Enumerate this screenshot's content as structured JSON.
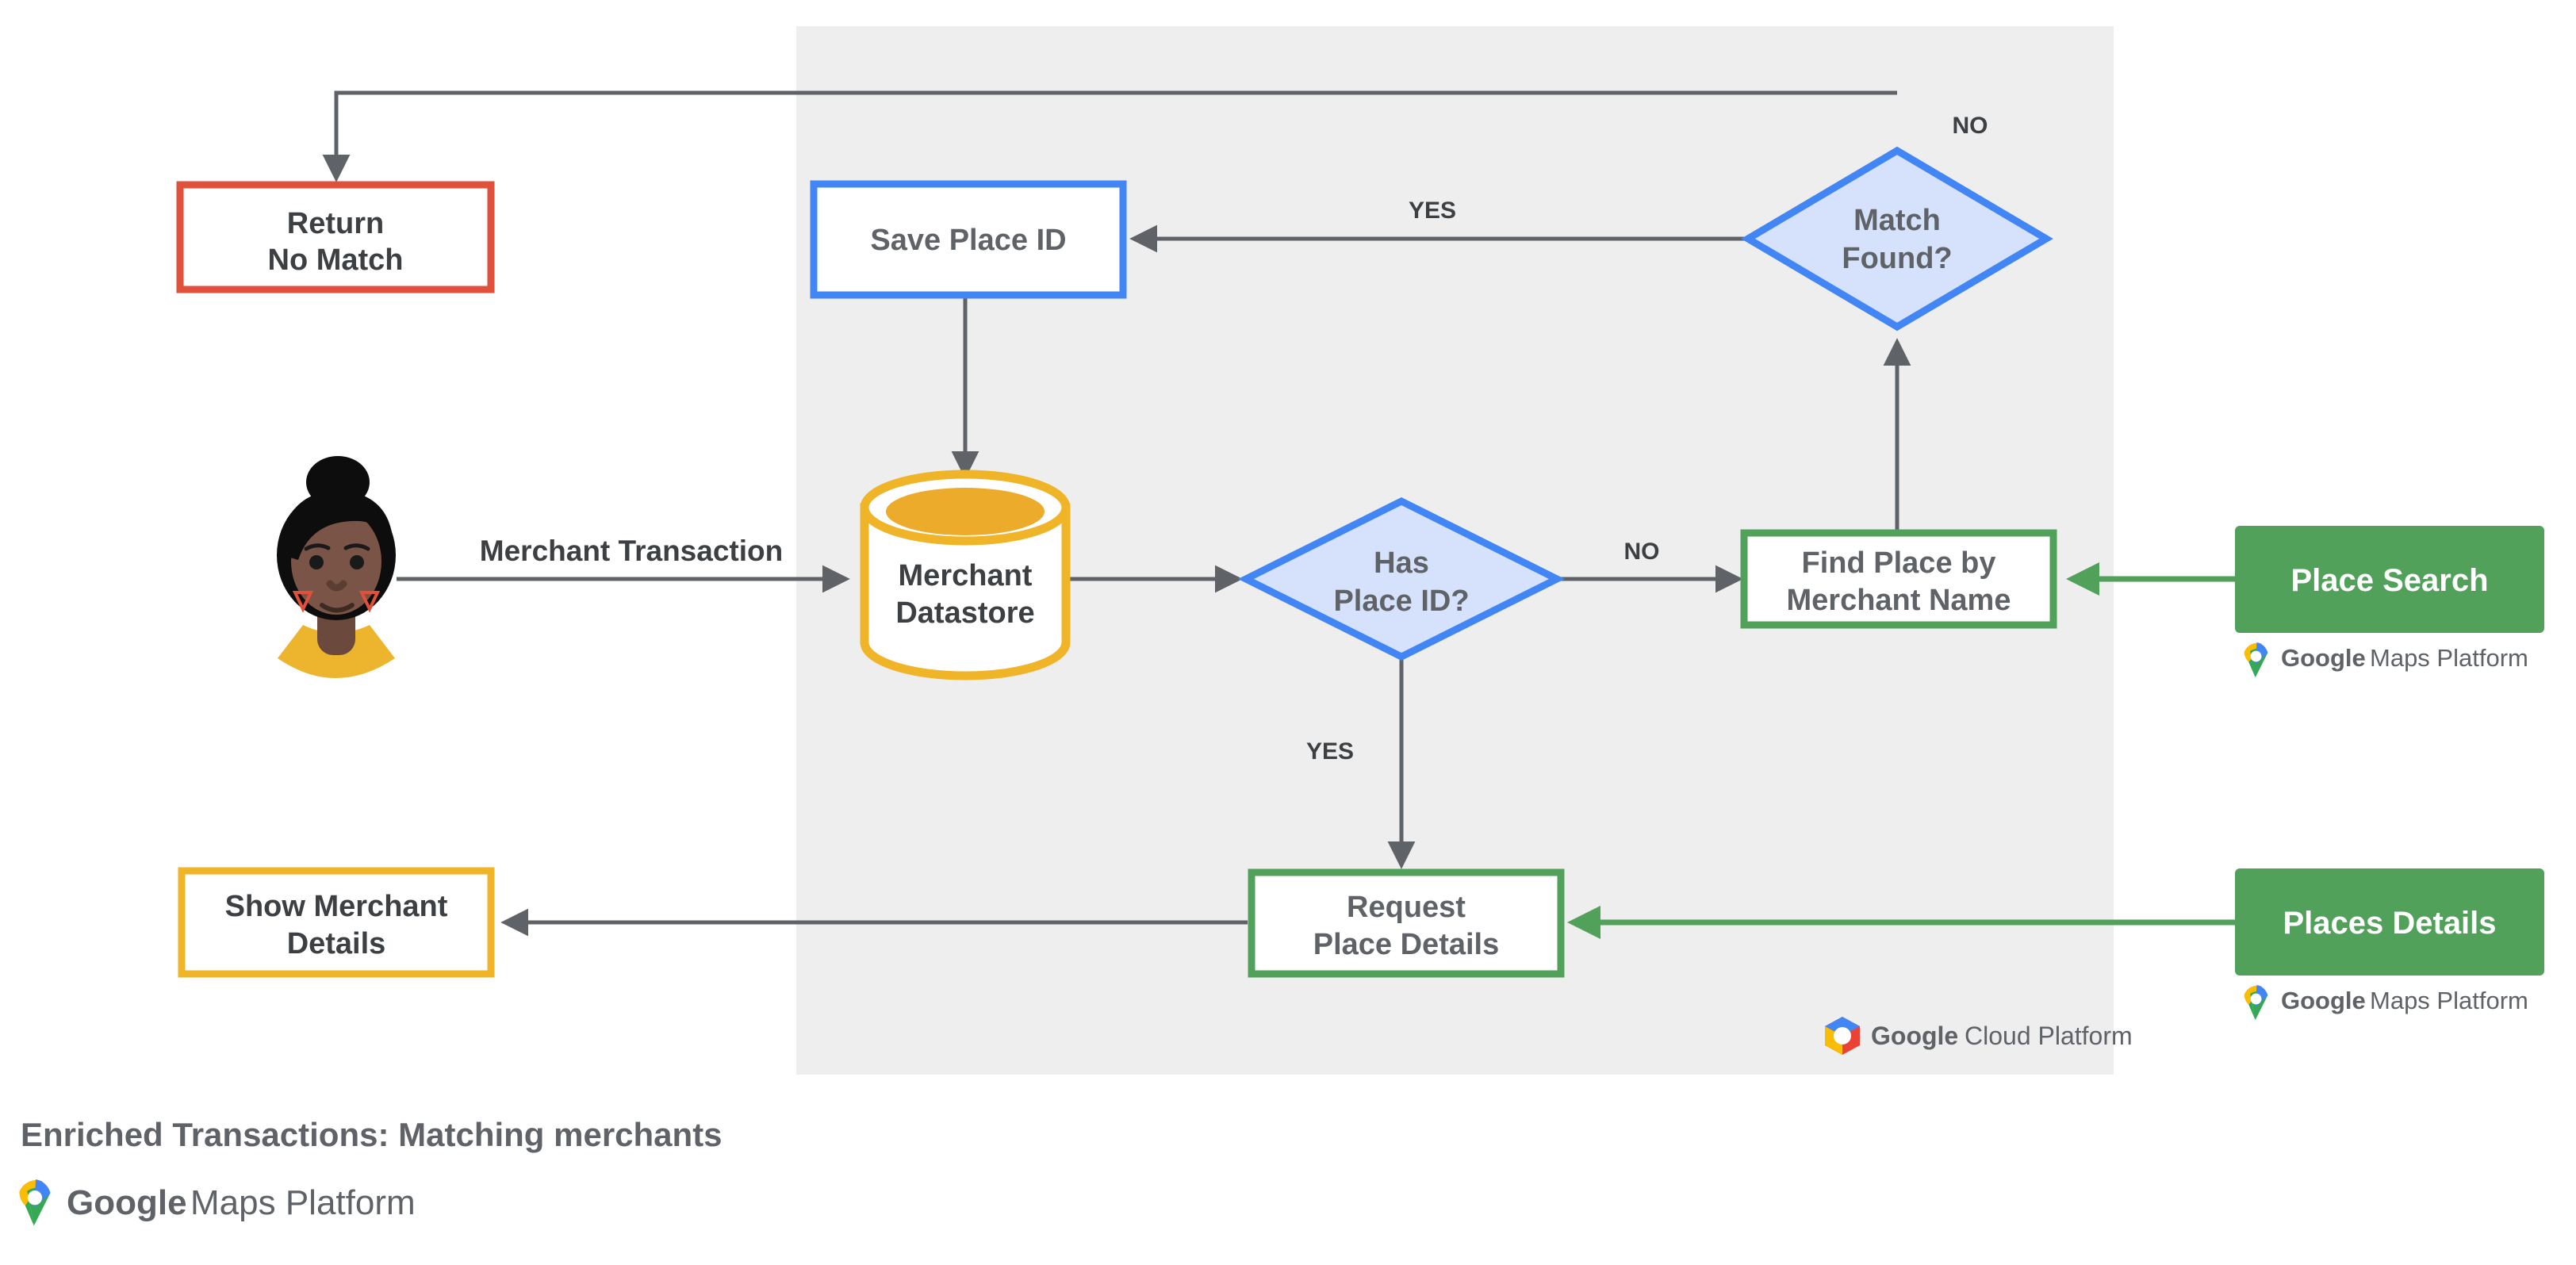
{
  "caption": {
    "title": "Enriched Transactions: Matching merchants",
    "logo_bold": "Google",
    "logo_light": "Maps Platform"
  },
  "panel": {
    "footer_logo_bold": "Google",
    "footer_logo_light": "Cloud Platform",
    "background_color": "#eeeeee"
  },
  "colors": {
    "red": "#e0513c",
    "blue": "#4285f4",
    "blue_fill": "#d6e2fb",
    "yellow": "#f0b429",
    "green": "#52a15b",
    "gray_text": "#5f6368",
    "edge": "#5f6368"
  },
  "nodes": {
    "return_no_match": {
      "line1": "Return",
      "line2": "No Match",
      "shape": "rect",
      "border": "#e0513c"
    },
    "save_place_id": {
      "line1": "Save Place ID",
      "shape": "rect",
      "border": "#4285f4"
    },
    "match_found": {
      "line1": "Match",
      "line2": "Found?",
      "shape": "diamond",
      "border": "#4285f4",
      "fill": "#d6e2fb"
    },
    "merchant_datastore": {
      "line1": "Merchant",
      "line2": "Datastore",
      "shape": "cylinder",
      "border": "#f0b429"
    },
    "has_place_id": {
      "line1": "Has",
      "line2": "Place ID?",
      "shape": "diamond",
      "border": "#4285f4",
      "fill": "#d6e2fb"
    },
    "find_place": {
      "line1": "Find Place by",
      "line2": "Merchant Name",
      "shape": "rect",
      "border": "#52a15b"
    },
    "request_place_details": {
      "line1": "Request",
      "line2": "Place Details",
      "shape": "rect",
      "border": "#52a15b"
    },
    "show_merchant_details": {
      "line1": "Show Merchant",
      "line2": "Details",
      "shape": "rect",
      "border": "#f0b429"
    },
    "place_search": {
      "label": "Place Search",
      "shape": "chip",
      "fill": "#52a15b"
    },
    "places_details": {
      "label": "Places Details",
      "shape": "chip",
      "fill": "#52a15b"
    },
    "actor": {
      "shape": "avatar",
      "alt": "merchant customer avatar"
    }
  },
  "edge_labels": {
    "merchant_transaction": "Merchant Transaction",
    "has_place_id_yes": "YES",
    "has_place_id_no": "NO",
    "match_found_yes": "YES",
    "match_found_no": "NO"
  },
  "badges": [
    {
      "id": "place-search-badge",
      "bold": "Google",
      "light": "Maps Platform"
    },
    {
      "id": "places-details-badge",
      "bold": "Google",
      "light": "Maps Platform"
    }
  ]
}
